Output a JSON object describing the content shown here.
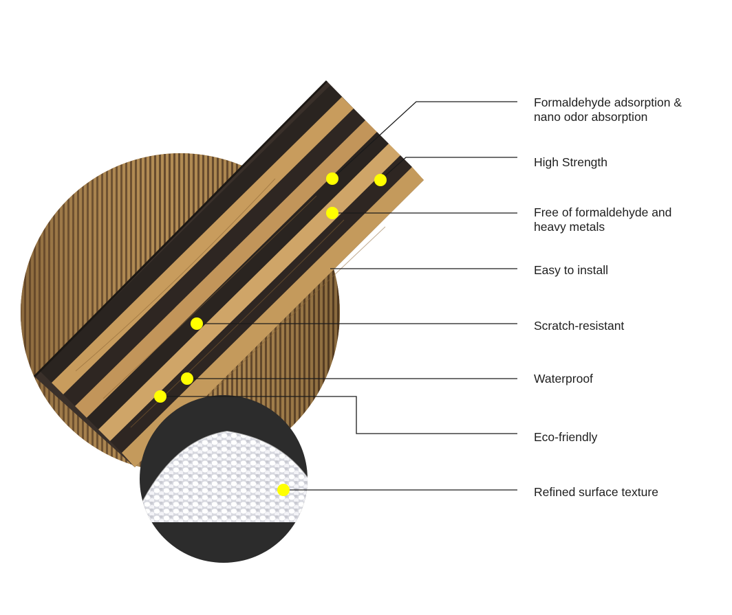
{
  "features": [
    {
      "label": "Formaldehyde adsorption &\nnano odor absorption"
    },
    {
      "label": "High Strength"
    },
    {
      "label": "Free of formaldehyde and\nheavy metals"
    },
    {
      "label": "Easy to install"
    },
    {
      "label": "Scratch-resistant"
    },
    {
      "label": "Waterproof"
    },
    {
      "label": "Eco-friendly"
    },
    {
      "label": "Refined surface texture"
    }
  ],
  "colors": {
    "marker": "#ffff00",
    "leader_line": "#1a1a1a",
    "dark_slat": "#2f2924",
    "wood_slat": "#c49a5c",
    "wall_panel": "#9c7540",
    "granule_background": "#2c2c2c",
    "granules": "#eeeff4"
  },
  "icons": {
    "marker": "yellow-dot-marker",
    "panel": "wpc-fluted-wall-panel",
    "raw_material": "white-pellet-granules"
  }
}
